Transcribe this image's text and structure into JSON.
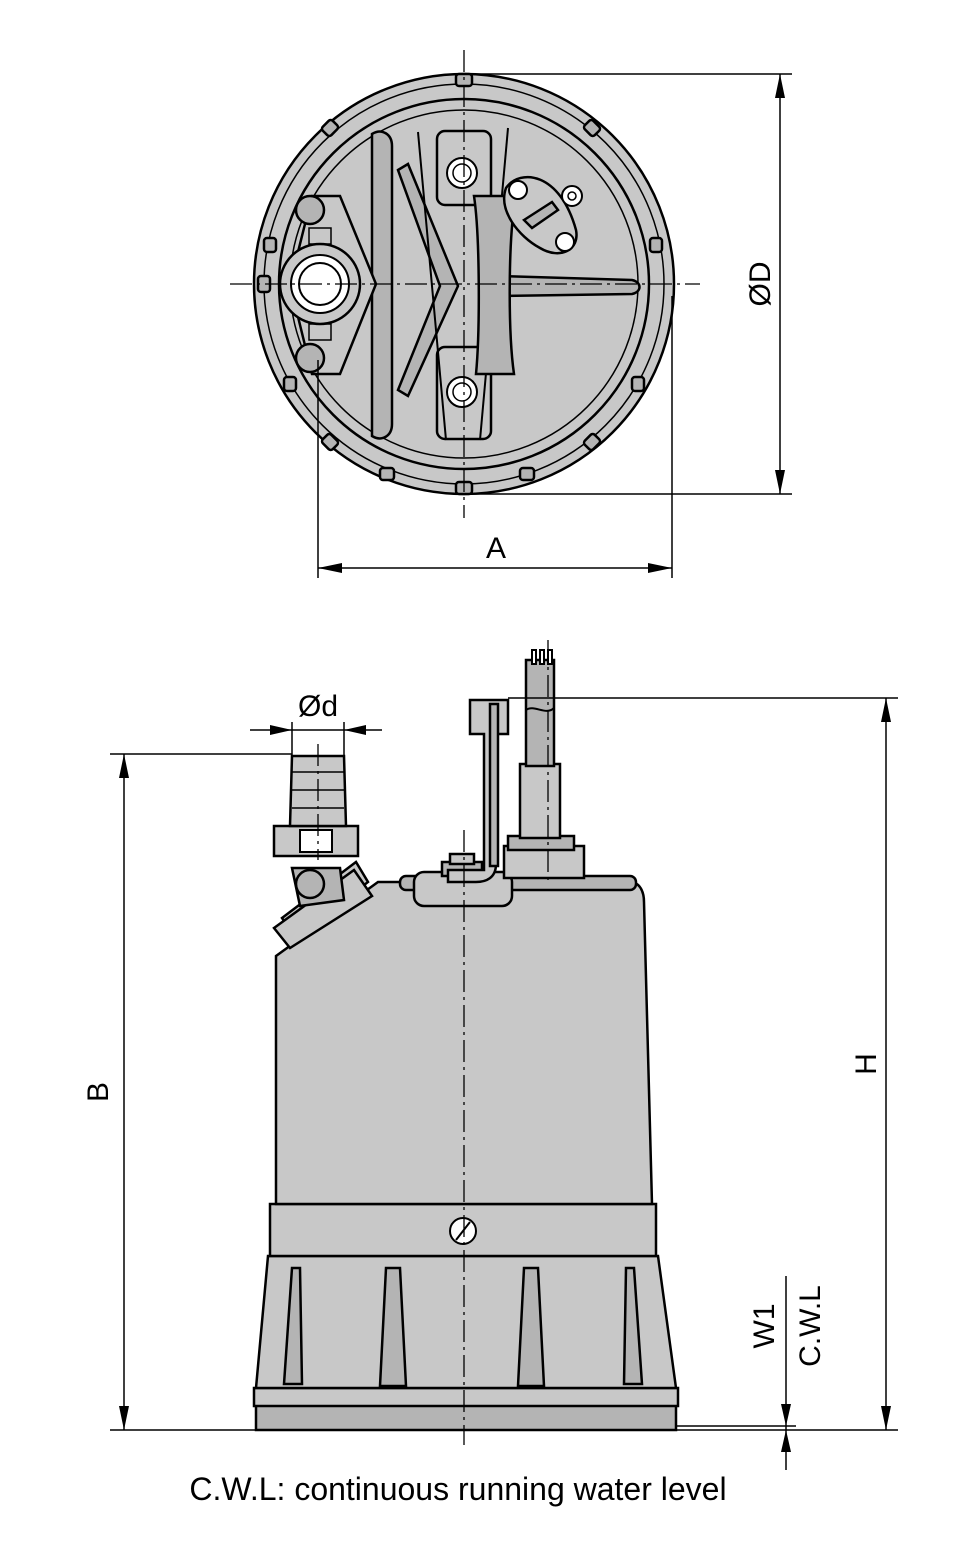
{
  "labels": {
    "dim_diameter_D": "ØD",
    "dim_A": "A",
    "dim_diameter_d": "Ød",
    "dim_B": "B",
    "dim_H": "H",
    "dim_W1": "W1",
    "dim_cwl": "C.W.L"
  },
  "note": "C.W.L: continuous running water level"
}
